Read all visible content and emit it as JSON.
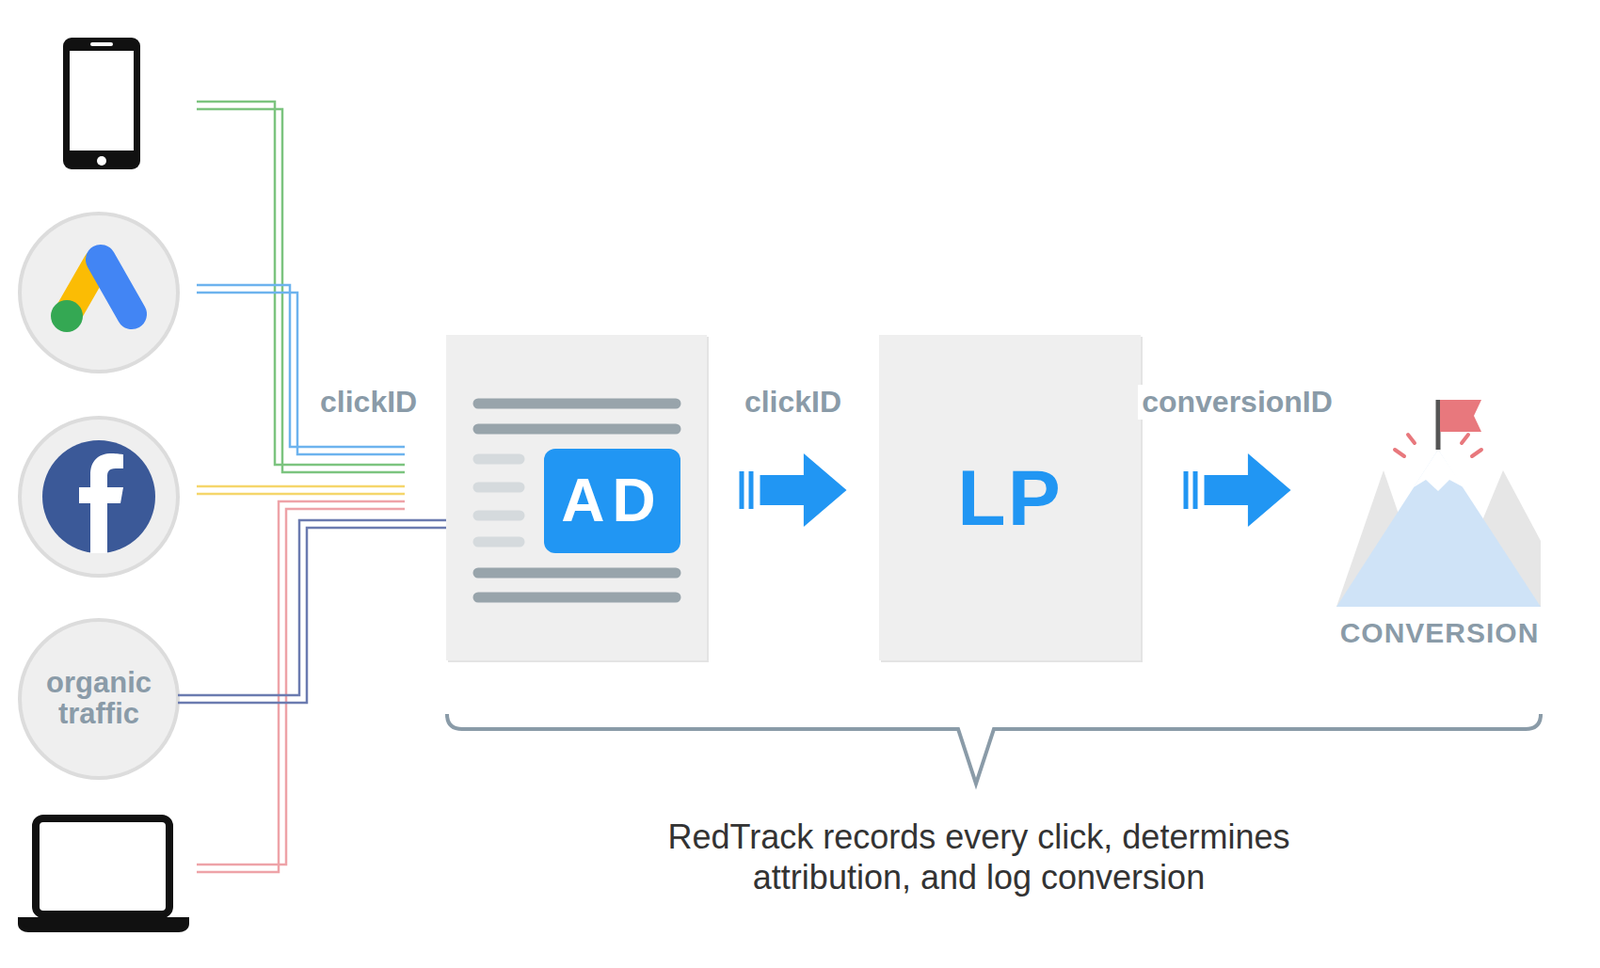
{
  "diagram": {
    "caption": "RedTrack records every click, determines attribution, and log conversion",
    "nodes": [
      {
        "text": [
          "organic traffic"
        ]
      },
      {
        "text": [
          "AD"
        ]
      },
      {
        "text": [
          "LP"
        ]
      },
      {
        "text": [
          "CONVERSION"
        ]
      }
    ],
    "edges": [
      {
        "from": 0,
        "to": 1,
        "arrow": "none"
      },
      {
        "from": 1,
        "to": 2,
        "arrow": "to",
        "label": "clickID"
      },
      {
        "from": 2,
        "to": 3,
        "arrow": "to",
        "label": "conversionID"
      }
    ],
    "labels": [
      "clickID"
    ]
  }
}
